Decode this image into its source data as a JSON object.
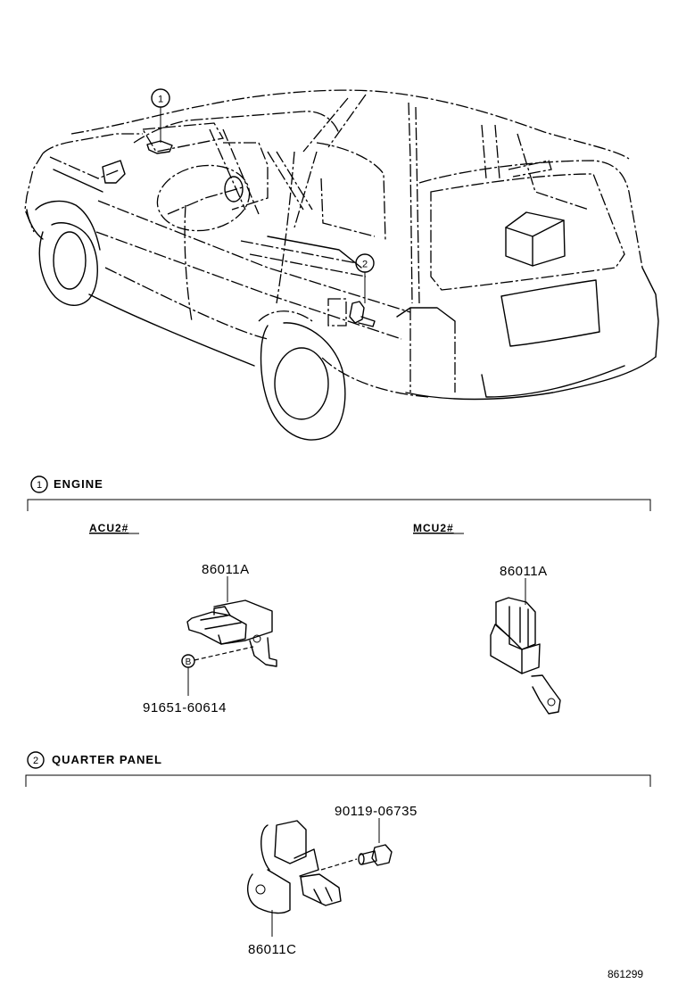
{
  "diagram": {
    "type": "parts-location-diagram",
    "subject": "vehicle",
    "callouts": [
      {
        "id": "1",
        "label": "1"
      },
      {
        "id": "2",
        "label": "2"
      }
    ],
    "sections": [
      {
        "number": "1",
        "title": "ENGINE",
        "variants": [
          {
            "model": "ACU2#",
            "parts": [
              {
                "part_number": "86011A"
              },
              {
                "part_number": "91651-60614",
                "marker": "B"
              }
            ]
          },
          {
            "model": "MCU2#",
            "parts": [
              {
                "part_number": "86011A"
              }
            ]
          }
        ]
      },
      {
        "number": "2",
        "title": "QUARTER PANEL",
        "parts": [
          {
            "part_number": "90119-06735"
          },
          {
            "part_number": "86011C"
          }
        ]
      }
    ],
    "illustration_code": "861299"
  }
}
